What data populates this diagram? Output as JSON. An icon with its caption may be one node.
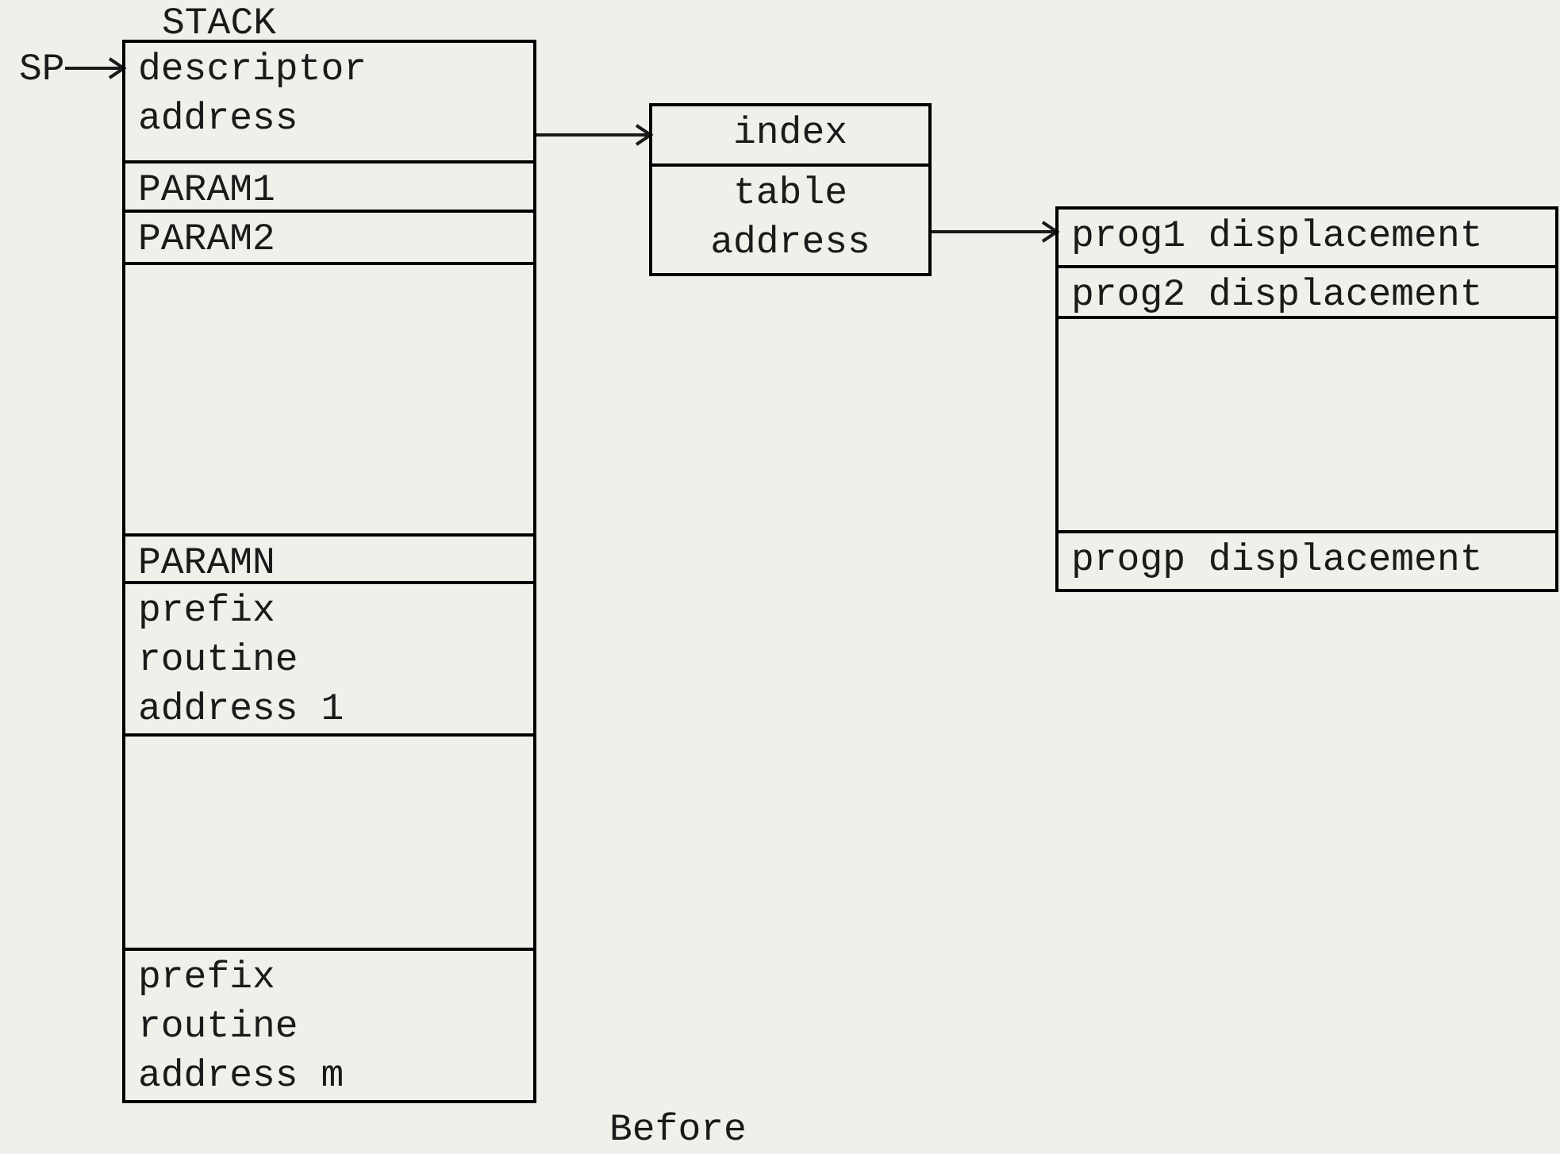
{
  "diagram": {
    "caption": "Before",
    "nodes": [
      {
        "text": [
          "STACK"
        ]
      },
      {
        "text": [
          "descriptor address"
        ],
        "in": 0
      },
      {
        "text": [
          "PARAM1"
        ],
        "in": 0
      },
      {
        "text": [
          "PARAM2"
        ],
        "in": 0
      },
      {
        "text": [],
        "shape": "box",
        "in": 0
      },
      {
        "text": [
          "PARAMN"
        ],
        "in": 0
      },
      {
        "text": [
          "prefix routine address 1"
        ],
        "in": 0
      },
      {
        "text": [],
        "shape": "box",
        "in": 0
      },
      {
        "text": [
          "prefix routine address m"
        ],
        "in": 0
      },
      {
        "text": [],
        "shape": "box"
      },
      {
        "text": [
          "index"
        ],
        "in": 9
      },
      {
        "text": [
          "table address"
        ],
        "in": 9
      },
      {
        "text": [],
        "shape": "box"
      },
      {
        "text": [
          "prog1 displacement"
        ],
        "in": 12
      },
      {
        "text": [
          "prog2 displacement"
        ],
        "in": 12
      },
      {
        "text": [],
        "shape": "box",
        "in": 12
      },
      {
        "text": [
          "progp displacement"
        ],
        "in": 12
      },
      {
        "text": [
          "SP"
        ]
      }
    ],
    "edges": [
      {
        "from": 1,
        "to": 10,
        "arrow": "to"
      },
      {
        "from": 11,
        "to": 13,
        "arrow": "to"
      },
      {
        "from": 17,
        "to": 1,
        "arrow": "to"
      }
    ]
  }
}
